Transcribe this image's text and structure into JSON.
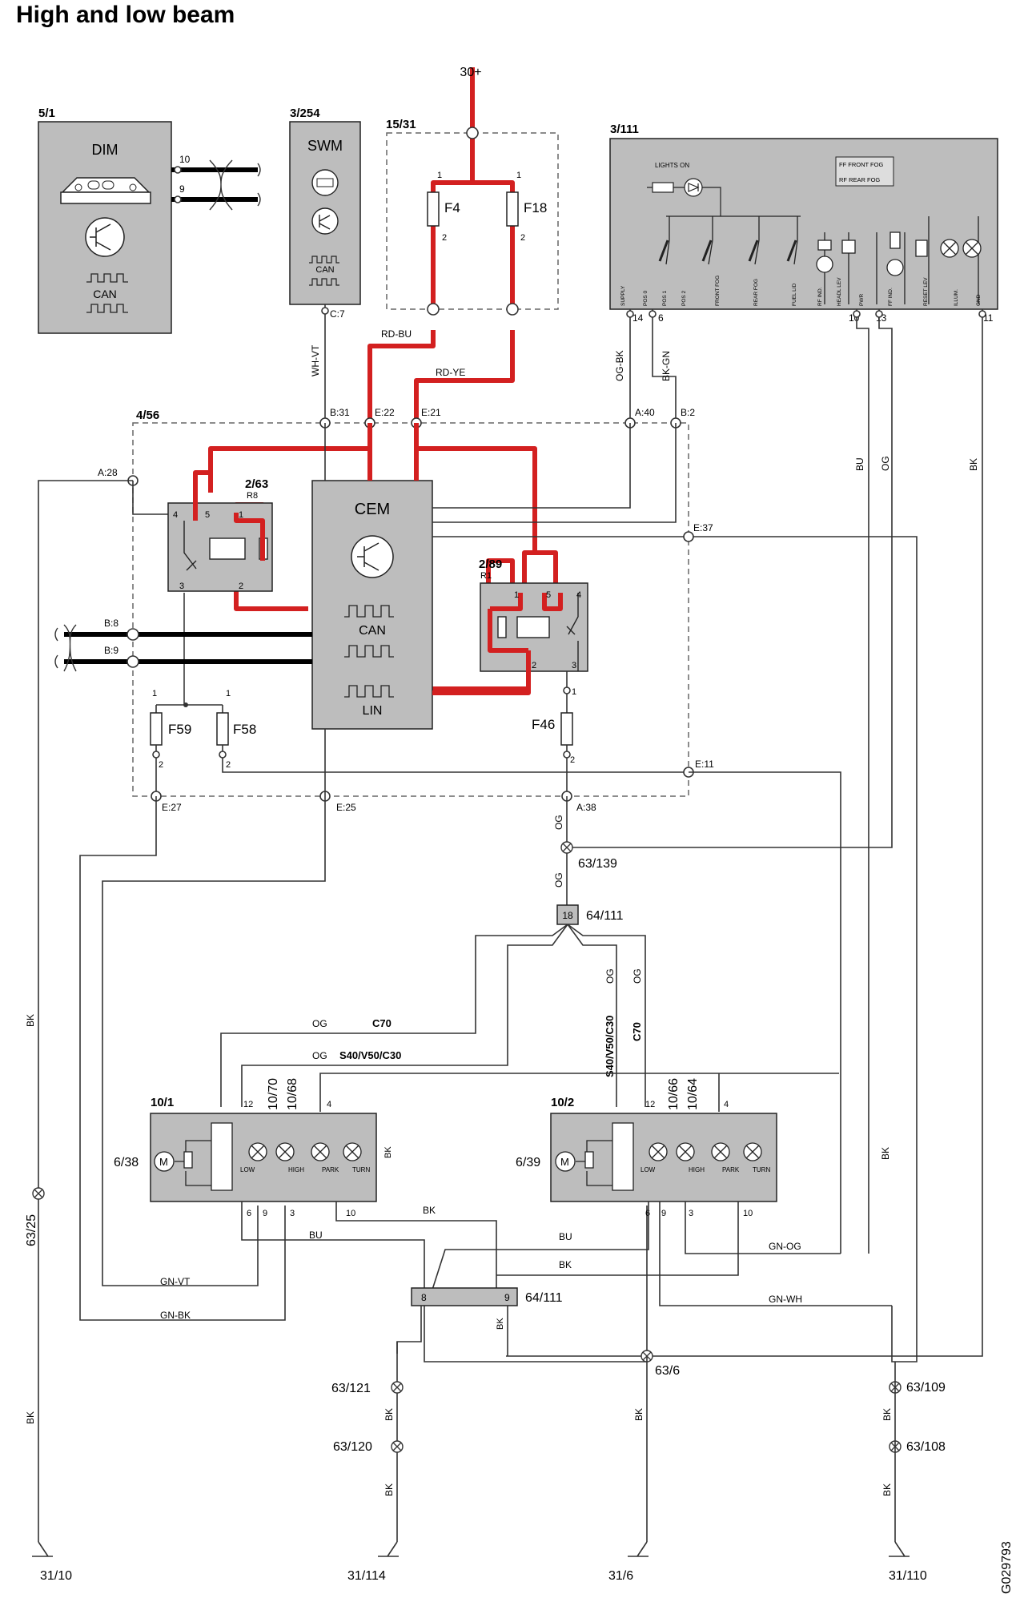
{
  "title": "High and low beam",
  "figure_id": "G029793",
  "components": {
    "dim": {
      "ref": "5/1",
      "name": "DIM",
      "can": "CAN",
      "pins": [
        "10",
        "9"
      ]
    },
    "swm": {
      "ref": "3/254",
      "name": "SWM",
      "can": "CAN",
      "pin": "C:7"
    },
    "fusebox": {
      "ref": "15/31",
      "supply": "30+",
      "fuses": [
        "F4",
        "F18"
      ],
      "pin1": "1",
      "pin2": "2"
    },
    "switch": {
      "ref": "3/111",
      "lights_on": "LIGHTS ON",
      "legend": [
        "FF    FRONT FOG",
        "RF    REAR FOG"
      ],
      "columns": [
        "SUPPLY",
        "POS 0",
        "POS 1",
        "POS 2",
        "FRONT FOG",
        "REAR FOG",
        "FUEL LID",
        "RF IND.",
        "HEADL LEV",
        "PWR",
        "FF IND.",
        "RESET LEV",
        "ILLUM.",
        "GND"
      ],
      "pins": [
        "14",
        "6",
        "10",
        "13",
        "11"
      ]
    },
    "cem_box": {
      "ref": "4/56",
      "name": "CEM",
      "can": "CAN",
      "lin": "LIN"
    },
    "relay_r8": {
      "ref": "2/63",
      "sub": "R8",
      "pins": [
        "4",
        "5",
        "1",
        "3",
        "2"
      ]
    },
    "relay_r1": {
      "ref": "2/89",
      "sub": "R1",
      "pins": [
        "1",
        "5",
        "4",
        "2",
        "3"
      ]
    },
    "fuse_f59": {
      "name": "F59",
      "pins": [
        "1",
        "2"
      ]
    },
    "fuse_f58": {
      "name": "F58",
      "pins": [
        "1",
        "2"
      ]
    },
    "fuse_f46": {
      "name": "F46",
      "pins": [
        "1",
        "2"
      ]
    },
    "connectors": [
      "B:31",
      "E:22",
      "E:21",
      "A:40",
      "B:2",
      "A:28",
      "E:37",
      "B:8",
      "B:9",
      "E:11",
      "E:27",
      "E:25",
      "A:38"
    ],
    "splice_63_139": "63/139",
    "connector_64_111_top": {
      "pin": "18",
      "ref": "64/111"
    },
    "headlamp_left": {
      "ref": "10/1",
      "motor": "6/38",
      "labels": [
        "10/70",
        "10/68"
      ],
      "pins": [
        "12",
        "4",
        "6",
        "9",
        "3",
        "10"
      ],
      "lamps": [
        "LOW",
        "HIGH",
        "PARK",
        "TURN"
      ]
    },
    "headlamp_right": {
      "ref": "10/2",
      "motor": "6/39",
      "labels": [
        "10/66",
        "10/64"
      ],
      "pins": [
        "12",
        "4",
        "6",
        "9",
        "3",
        "10"
      ],
      "lamps": [
        "LOW",
        "HIGH",
        "PARK",
        "TURN"
      ]
    },
    "connector_64_111_bottom": {
      "ref": "64/111",
      "pins": [
        "8",
        "9"
      ]
    },
    "splices_bottom": [
      "63/25",
      "63/121",
      "63/120",
      "63/6",
      "63/109",
      "63/108"
    ],
    "grounds": [
      "31/10",
      "31/114",
      "31/6",
      "31/110"
    ]
  },
  "wire_labels": {
    "rd_bu": "RD-BU",
    "rd_ye": "RD-YE",
    "wh_vt": "WH-VT",
    "og_bk": "OG-BK",
    "bk_gn": "BK-GN",
    "bu": "BU",
    "og": "OG",
    "bk": "BK",
    "gn_vt": "GN-VT",
    "gn_bk": "GN-BK",
    "gn_og": "GN-OG",
    "gn_wh": "GN-WH",
    "c70": "C70",
    "s40": "S40/V50/C30"
  },
  "colors": {
    "power_wire": "#d32020",
    "module_fill": "#bdbdbd"
  }
}
